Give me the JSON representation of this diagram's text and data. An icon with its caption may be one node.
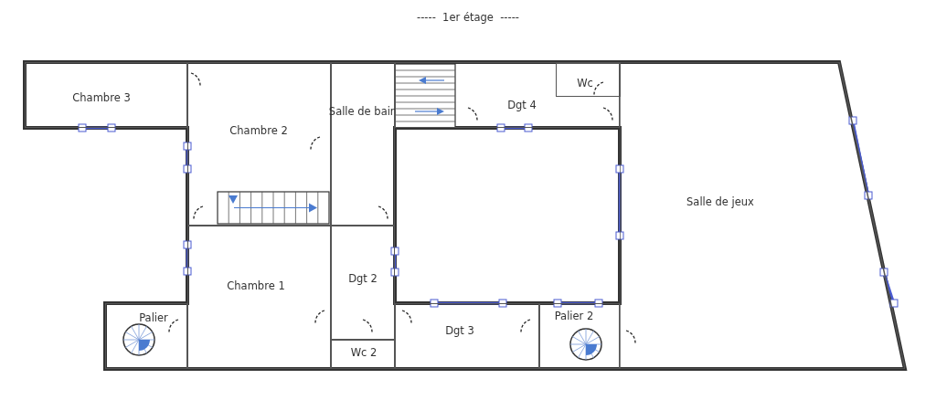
{
  "diagram": {
    "title": "-----  1er étage  -----",
    "nodes": [
      {
        "text": [
          "Chambre 3"
        ]
      },
      {
        "text": [
          "Chambre 2"
        ]
      },
      {
        "text": [
          "Salle de bain"
        ]
      },
      {
        "text": [
          "Dgt 4"
        ]
      },
      {
        "text": [
          "Wc"
        ],
        "in": 3
      },
      {
        "text": [
          "Salle de jeux"
        ]
      },
      {
        "text": [
          "Chambre 1"
        ]
      },
      {
        "text": [
          "Dgt 2"
        ]
      },
      {
        "text": [
          "Palier"
        ]
      },
      {
        "text": [
          "Dgt 3"
        ]
      },
      {
        "text": [
          "Palier 2"
        ]
      },
      {
        "text": [
          "Wc 2"
        ]
      }
    ]
  }
}
